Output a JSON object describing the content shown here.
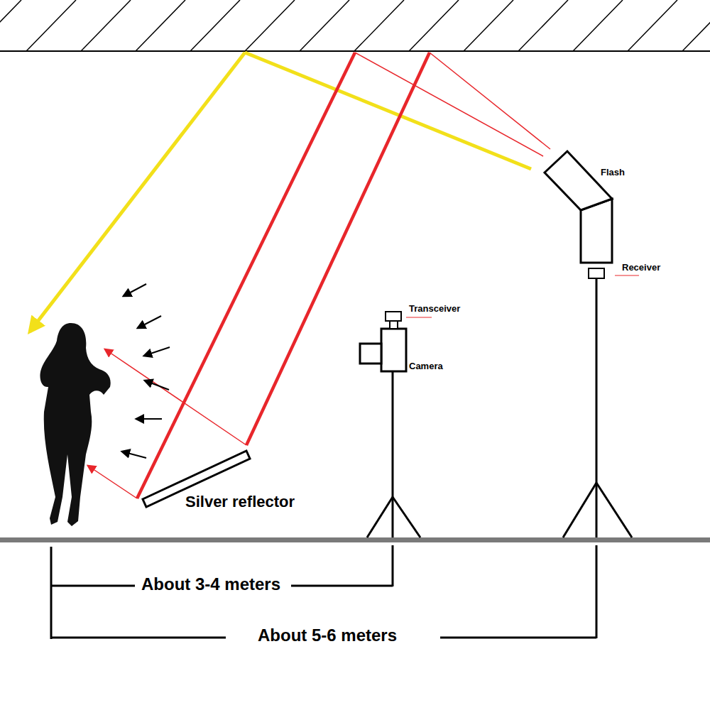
{
  "diagram": {
    "labels": [
      "Flash",
      "Receiver",
      "Transceiver",
      "Camera",
      "Silver reflector",
      "About 3-4 meters",
      "About 5-6 meters"
    ]
  }
}
